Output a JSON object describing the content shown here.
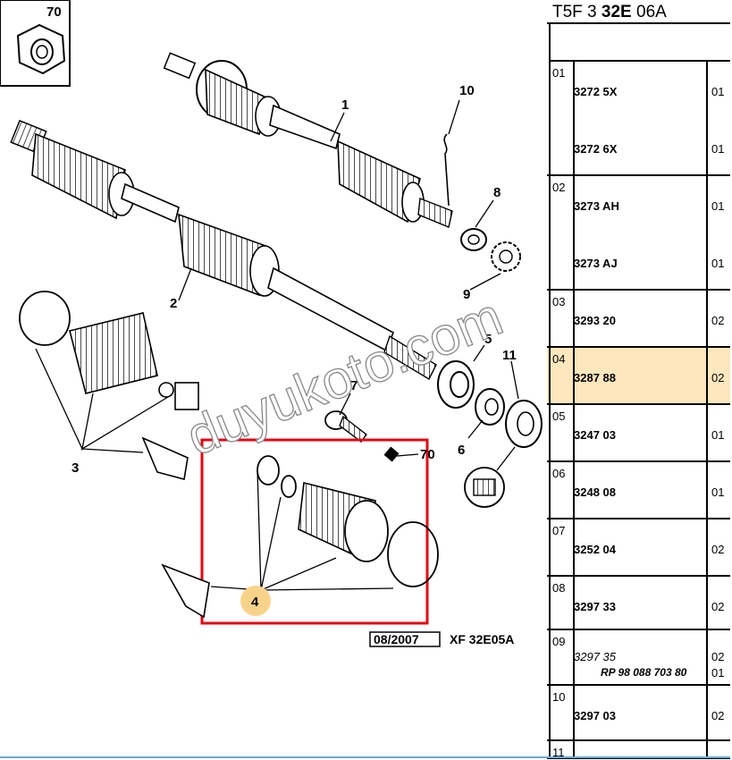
{
  "diagram": {
    "callouts": [
      "70",
      "10",
      "1",
      "8",
      "2",
      "9",
      "5",
      "11",
      "3",
      "7",
      "70",
      "6",
      "4"
    ],
    "watermark": "duyukoto.com",
    "footer_date": "08/2007",
    "footer_code": "XF 32E05A"
  },
  "table": {
    "header_prefix": "T5F 3 ",
    "header_bold": "32E",
    "header_suffix": " 06A",
    "rows": [
      {
        "idx": "01",
        "refs": [
          {
            "ref": "3272 5X",
            "qty": "01"
          },
          {
            "ref": "3272 6X",
            "qty": "01"
          }
        ]
      },
      {
        "idx": "02",
        "refs": [
          {
            "ref": "3273 AH",
            "qty": "01"
          },
          {
            "ref": "3273 AJ",
            "qty": "01"
          }
        ]
      },
      {
        "idx": "03",
        "refs": [
          {
            "ref": "3293 20",
            "qty": "02"
          }
        ]
      },
      {
        "idx": "04",
        "refs": [
          {
            "ref": "3287 88",
            "qty": "02"
          }
        ]
      },
      {
        "idx": "05",
        "refs": [
          {
            "ref": "3247 03",
            "qty": "01"
          }
        ]
      },
      {
        "idx": "06",
        "refs": [
          {
            "ref": "3248 08",
            "qty": "01"
          }
        ]
      },
      {
        "idx": "07",
        "refs": [
          {
            "ref": "3252 04",
            "qty": "02"
          }
        ]
      },
      {
        "idx": "08",
        "refs": [
          {
            "ref": "3297 33",
            "qty": "02"
          }
        ]
      },
      {
        "idx": "09",
        "refs": [
          {
            "ref": "3297 35",
            "qty": "02"
          }
        ],
        "rp": "RP 98 088 703 80",
        "rp_qty": "01"
      },
      {
        "idx": "10",
        "refs": [
          {
            "ref": "3297 03",
            "qty": "02"
          }
        ]
      },
      {
        "idx": "11",
        "refs": []
      }
    ]
  },
  "colors": {
    "highlight_row": "#fde7bd",
    "frame": "#e30613",
    "callout_bubble": "#f7d38a"
  }
}
